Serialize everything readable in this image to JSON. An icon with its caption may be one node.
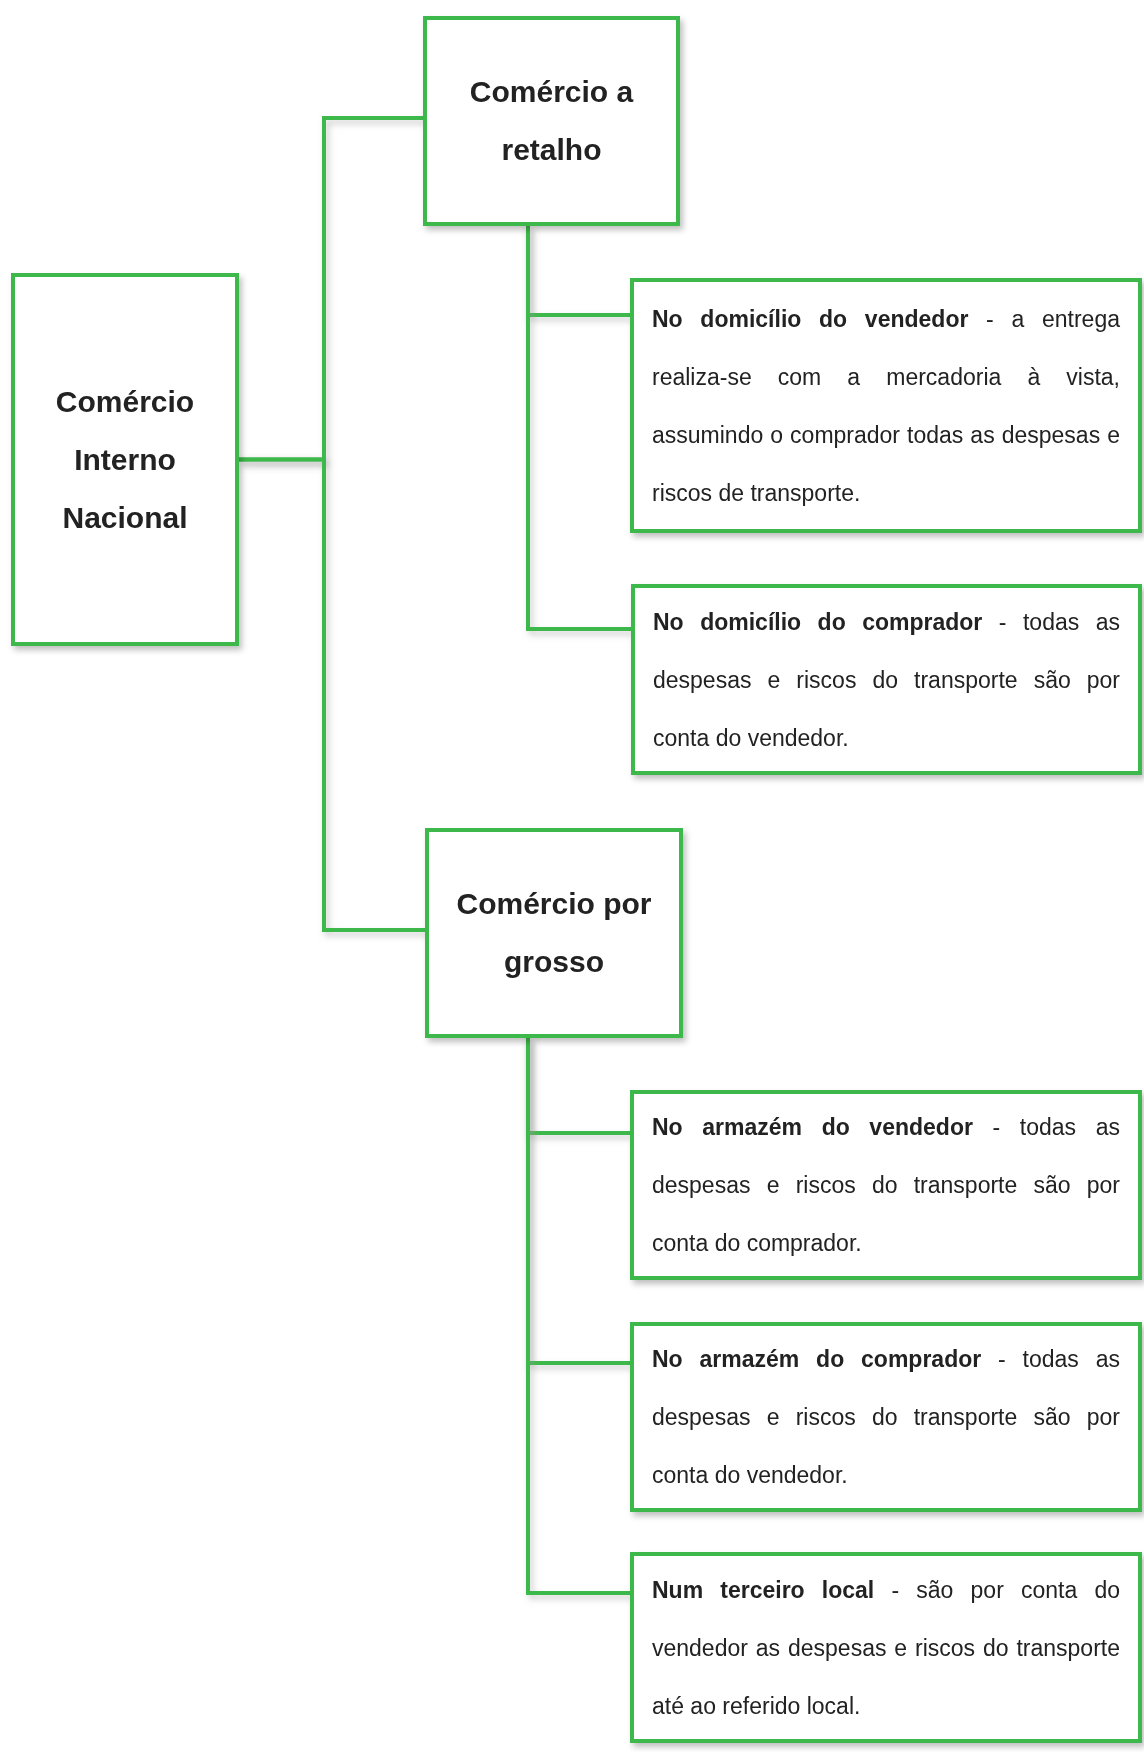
{
  "diagram": {
    "nodes": [
      {
        "text": [
          "Comércio Interno Nacional"
        ]
      },
      {
        "text": [
          "Comércio a retalho"
        ]
      },
      {
        "text": [
          "**No domicílio do vendedor** - a entrega realiza-se com a mercadoria à vista, assumindo o comprador todas as despesas e riscos de transporte."
        ]
      },
      {
        "text": [
          "**No domicílio do comprador** - todas as despesas e riscos do transporte são por conta do vendedor."
        ]
      },
      {
        "text": [
          "Comércio por grosso"
        ]
      },
      {
        "text": [
          "**No armazém do vendedor** - todas as despesas e riscos do transporte são por conta do comprador."
        ]
      },
      {
        "text": [
          "**No armazém do comprador** - todas as despesas e riscos do transporte são por conta do vendedor."
        ]
      },
      {
        "text": [
          "**Num terceiro local** - são por conta do vendedor as despesas e riscos do transporte até ao referido local."
        ]
      }
    ],
    "edges": [
      {
        "from": 0,
        "to": 1,
        "arrow": "none"
      },
      {
        "from": 0,
        "to": 4,
        "arrow": "none"
      },
      {
        "from": 1,
        "to": 2,
        "arrow": "none"
      },
      {
        "from": 1,
        "to": 3,
        "arrow": "none"
      },
      {
        "from": 4,
        "to": 5,
        "arrow": "none"
      },
      {
        "from": 4,
        "to": 6,
        "arrow": "none"
      },
      {
        "from": 4,
        "to": 7,
        "arrow": "none"
      }
    ]
  }
}
